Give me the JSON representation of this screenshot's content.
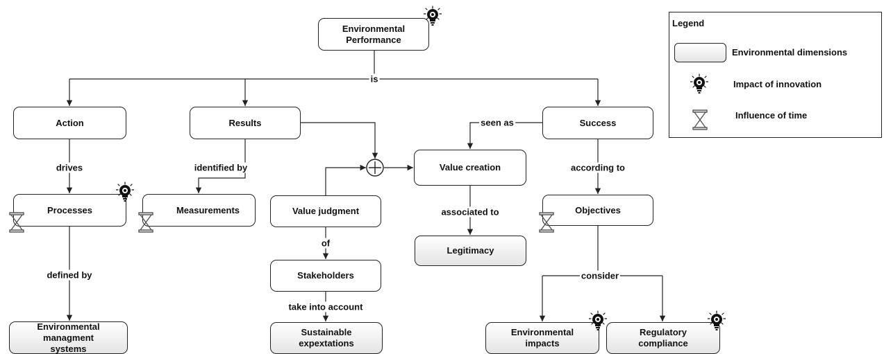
{
  "nodes": {
    "env_performance": "Environmental Performance",
    "action": "Action",
    "results": "Results",
    "success": "Success",
    "processes": "Processes",
    "measurements": "Measurements",
    "value_judgment": "Value judgment",
    "value_creation": "Value creation",
    "objectives": "Objectives",
    "stakeholders": "Stakeholders",
    "legitimacy": "Legitimacy",
    "env_mgmt_systems": "Environmental managment systems",
    "sustainable_expectations": "Sustainable expextations",
    "env_impacts": "Environmental impacts",
    "regulatory_compliance": "Regulatory compliance"
  },
  "edges": {
    "is": "is",
    "drives": "drives",
    "identified_by": "identified by",
    "defined_by": "defined by",
    "seen_as": "seen as",
    "according_to": "according to",
    "of": "of",
    "associated_to": "associated to",
    "take_into_account": "take into account",
    "consider": "consider"
  },
  "legend": {
    "title": "Legend",
    "env_dimensions": "Environmental dimensions",
    "impact_of_innovation": "Impact of innovation",
    "influence_of_time": "Influence of time"
  },
  "colors": {
    "line": "#222222",
    "env_fill_top": "#ffffff",
    "env_fill_bottom": "#e4e4e4"
  },
  "icons": {
    "innovation": "lightbulb-icon",
    "time": "hourglass-icon",
    "junction": "circle-plus-icon"
  }
}
